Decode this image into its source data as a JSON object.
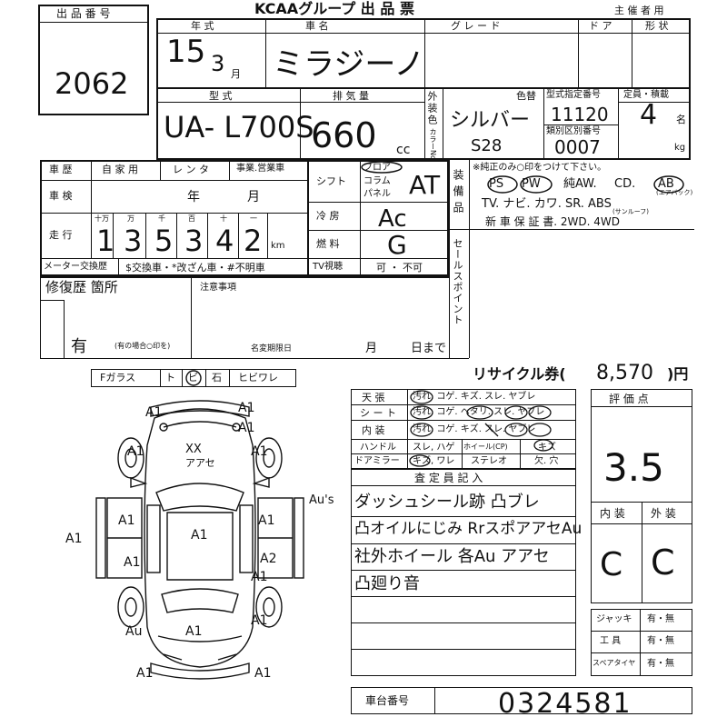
{
  "header": {
    "lot_number_label": "出 品 番 号",
    "lot_number": "2062",
    "title": "KCAAグループ 出 品 票",
    "organizer_label": "主 催 者 用"
  },
  "vehicle": {
    "labels": {
      "year": "年 式",
      "model_name": "車 名",
      "grade": "グ レ ー ド",
      "doors": "ド ア",
      "body_shape": "形 状",
      "type": "型 式",
      "displacement": "排 気 量",
      "exterior_color": "外装色",
      "color_no": "カラーNo.",
      "color_change": "色替",
      "model_designation_label": "型式指定番号",
      "category_label": "類別区別番号",
      "capacity_label": "定員・積載",
      "person_unit": "名",
      "kg_unit": "kg",
      "cc_unit": "cc",
      "month_unit": "月"
    },
    "year": "15",
    "month": "3",
    "model_name": "ミラジーノ",
    "type": "UA- L700S",
    "displacement": "660",
    "color": "シルバー",
    "color_no": "S28",
    "model_designation_no": "11120",
    "category_no": "0007",
    "capacity": "4"
  },
  "history": {
    "labels": {
      "car_history": "車 歴",
      "private": "自 家 用",
      "rental": "レ ン タ",
      "business": "事業.営業車",
      "inspection": "車 検",
      "inspection_year": "年",
      "inspection_month": "月",
      "mileage": "走 行",
      "digits": [
        "十万",
        "万",
        "千",
        "百",
        "十",
        "一"
      ],
      "km": "km",
      "meter_swap": "メーター交換歴",
      "meter_options": "$交換車・*改ざん車・#不明車",
      "shift": "シフト",
      "shift_opts": [
        "フロア",
        "コラム",
        "パネル"
      ],
      "aircon": "冷 房",
      "fuel": "燃 料",
      "tv": "TV視聴",
      "tv_opts": "可 ・ 不可"
    },
    "mileage_digits": [
      "1",
      "3",
      "5",
      "3",
      "4",
      "2"
    ],
    "shift": "AT",
    "aircon": "Ac",
    "fuel": "G"
  },
  "equipment": {
    "title": "装備品",
    "note": "※純正のみ○印をつけて下さい。",
    "line1": [
      "PS",
      "PW",
      "純AW.",
      "CD.",
      "AB"
    ],
    "airbag_note": "(エアバック)",
    "line2": "TV. ナビ. カワ. SR. ABS",
    "sunroof_note": "(サンルーフ)",
    "line3": "新 車 保 証 書.  2WD.  4WD",
    "sales_point_label": "セールスポイント"
  },
  "repair": {
    "label": "修復歴 箇所",
    "value": "有",
    "note": "(有の場合○印を)",
    "notes_label": "注意事項",
    "rename_deadline": "名変期限日",
    "month": "月",
    "day": "日まで"
  },
  "glass": {
    "label": "Fガラス",
    "options": [
      "ト",
      "ビ",
      "石",
      "ヒビワレ"
    ]
  },
  "recycle": {
    "label": "リサイクル券(",
    "value": "8,570",
    "unit": ")円"
  },
  "condition": {
    "rows": [
      {
        "label": "天 張",
        "opts": "汚れ. コゲ. キズ. スレ. ヤブレ"
      },
      {
        "label": "シ ー ト",
        "opts": "汚れ. コゲ. ヘタリ. スレ. ヤブレ"
      },
      {
        "label": "内 装",
        "opts": "汚れ. コゲ. キズ. スレ. ヤブレ"
      }
    ],
    "handle_label": "ハンドル",
    "handle_opts": "スレ, ハゲ",
    "wheel_label": "ホイール(CP)",
    "wheel_opts": "キズ",
    "mirror_label": "ドアミラー",
    "mirror_opts": "キズ, ワレ",
    "stereo_label": "ステレオ",
    "stereo_opts": "欠. 穴"
  },
  "inspector": {
    "label": "査 定 員 記 入",
    "comments": [
      "ダッシュシール跡 凸ブレ",
      "凸オイルにじみ RrスポアアセAu",
      "社外ホイール 各Au アアセ",
      "凸廻り音"
    ]
  },
  "score": {
    "label": "評 価 点",
    "value": "3.5",
    "interior_label": "内 装",
    "exterior_label": "外 装",
    "interior": "C",
    "exterior": "C"
  },
  "tools": [
    {
      "label": "ジャッキ",
      "value": "有・無"
    },
    {
      "label": "工 具",
      "value": "有・無"
    },
    {
      "label": "スペアタイヤ",
      "value": "有・無"
    }
  ],
  "chassis": {
    "label": "車台番号",
    "value": "0324581"
  },
  "diagram": {
    "marks": [
      "A1",
      "A1",
      "A1",
      "A1",
      "A1",
      "XX",
      "アアセ",
      "Au's",
      "A1",
      "A1",
      "A1",
      "A1",
      "A2",
      "A1",
      "Au",
      "A1",
      "A1",
      "A1",
      "A1",
      "A1"
    ]
  }
}
